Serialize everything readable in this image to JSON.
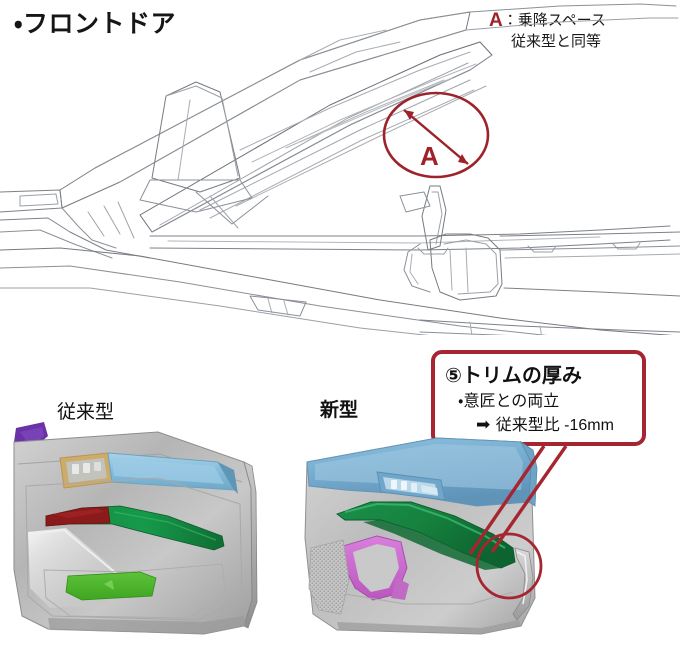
{
  "page": {
    "title": "・フロントドア",
    "background": "#ffffff"
  },
  "legend": {
    "marker": "A",
    "marker_color": "#9d2229",
    "line1": "：乗降スペース",
    "line2": "従来型と同等"
  },
  "cad_diagram": {
    "name": "front-door-opening-cad-lineart",
    "annotation_marker": "A",
    "annotation_color": "#9d2229",
    "description": "ドア開口部ラインアート（乗降スペース寸法A）"
  },
  "callout": {
    "number": "⑤",
    "title": "トリムの厚み",
    "bullet": "・意匠との両立",
    "arrow": "➡",
    "result": "従来型比 -16mm",
    "border_color": "#a52630",
    "value_mm": -16
  },
  "panels": [
    {
      "id": "old",
      "caption": "従来型",
      "bold": false,
      "colors": {
        "trim": "#b9b9b9",
        "upper_rail": "#8cc3e0",
        "switch_bezel": "#cdab6a",
        "armrest_red": "#8b1a1a",
        "armrest_green": "#1a8043",
        "pocket_green": "#45c game",
        "sail_purple": "#6b32a8"
      }
    },
    {
      "id": "new",
      "caption": "新型",
      "bold": true,
      "colors": {
        "trim": "#bdbdbd",
        "upper_blue": "#7fb4d6",
        "armrest_green": "#18803f",
        "handle_magenta": "#cc6fd0",
        "speaker_grille": "#cfcfcf"
      },
      "highlight": {
        "shape": "circle",
        "color": "#a52630",
        "target": "trim-thickness-edge"
      }
    }
  ]
}
